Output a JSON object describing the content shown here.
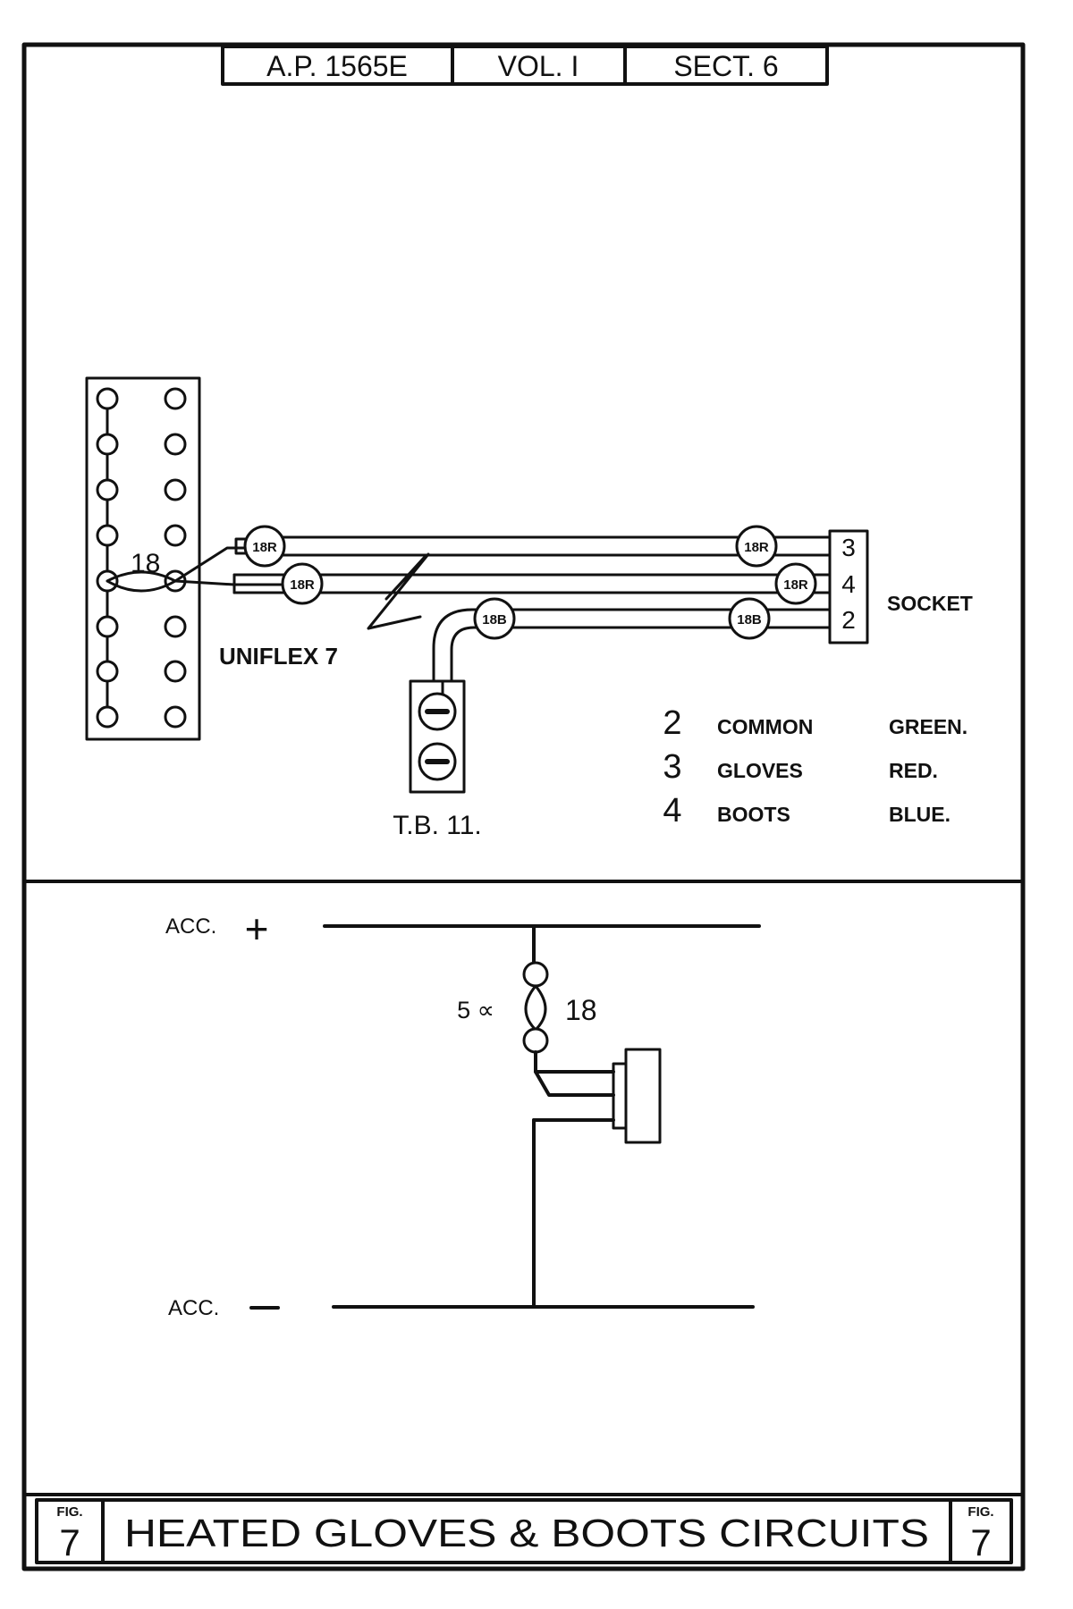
{
  "header": {
    "ap_number": "A.P. 1565E",
    "volume": "VOL. I",
    "section": "SECT. 6"
  },
  "wiring_diagram": {
    "terminal_block_label": "18",
    "cable_label": "UNIFLEX 7",
    "junction_label": "T.B. 11.",
    "socket_label": "SOCKET",
    "socket_pins": [
      "3",
      "4",
      "2"
    ],
    "cable_tags": [
      "18R",
      "18R",
      "18R",
      "18R",
      "18B",
      "18B"
    ],
    "legend": [
      {
        "pin": "2",
        "circuit": "COMMON",
        "colour": "GREEN."
      },
      {
        "pin": "3",
        "circuit": "GLOVES",
        "colour": "RED."
      },
      {
        "pin": "4",
        "circuit": "BOOTS",
        "colour": "BLUE."
      }
    ]
  },
  "schematic": {
    "positive_bus": "ACC.",
    "positive_sign": "+",
    "negative_bus": "ACC.",
    "negative_sign": "—",
    "fuse_rating": "5 ∝",
    "fuse_ref": "18"
  },
  "footer": {
    "fig_label": "FIG.",
    "fig_number": "7",
    "title": "HEATED GLOVES & BOOTS CIRCUITS"
  }
}
